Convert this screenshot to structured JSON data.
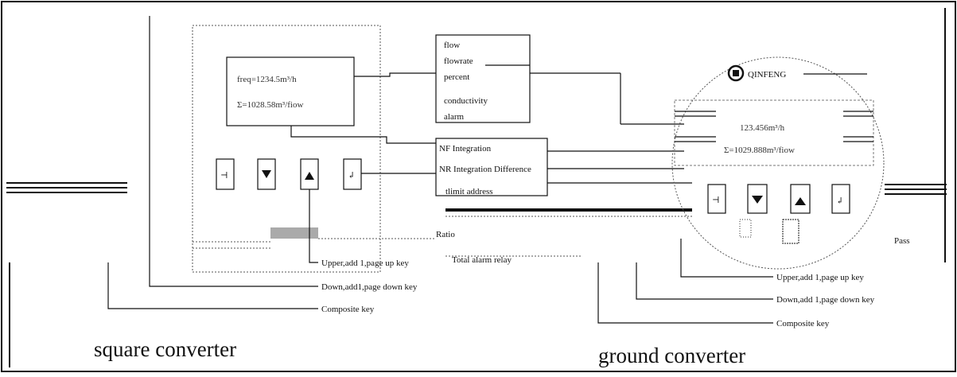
{
  "left": {
    "caption": "square converter",
    "screen_line1": "freq=1234.5m³/h",
    "screen_line2": "Σ=1028.58m³/fiow",
    "key_labels": [
      "Upper,add 1,page up key",
      "Down,add1,page down key",
      "Composite key"
    ]
  },
  "middle": {
    "menu_items": [
      "flow",
      "flowrate",
      "percent",
      "conductivity",
      "alarm"
    ],
    "options": [
      "NF Integration",
      "NR Integration Difference",
      "tlimit address",
      "Ratio"
    ],
    "note": "Total alarm relay"
  },
  "right": {
    "caption": "ground converter",
    "brand": "QINFENG",
    "screen_line1": "123.456m³/h",
    "screen_line2": "Σ=1029.888m³/fiow",
    "side_note": "Pass",
    "key_labels": [
      "Upper,add 1,page up key",
      "Down,add 1,page down key",
      "Composite key"
    ]
  }
}
